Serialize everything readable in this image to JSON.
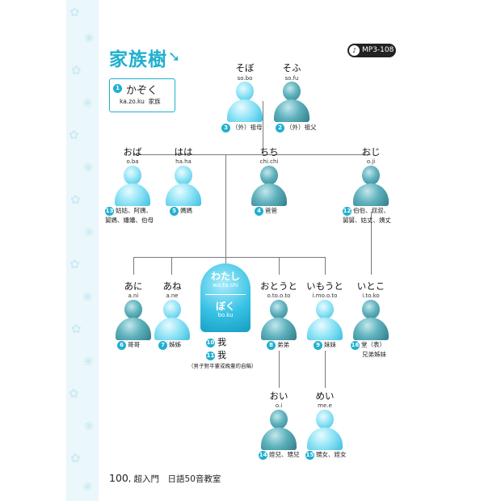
{
  "title": "家族樹",
  "audio_track": "MP3-108",
  "legend": {
    "number": "1",
    "kana": "かぞく",
    "romaji": "ka.zo.ku",
    "meaning": "家族"
  },
  "people": {
    "sobo": {
      "kana": "そぼ",
      "romaji": "so.bo",
      "number": "3",
      "caption": "（外）祖母"
    },
    "sofu": {
      "kana": "そふ",
      "romaji": "so.fu",
      "number": "2",
      "caption": "（外）祖父"
    },
    "oba": {
      "kana": "おば",
      "romaji": "o.ba",
      "number": "13",
      "caption_line1": "姑姑、阿姨、",
      "caption_line2": "舅媽、嬸嬸、伯母"
    },
    "haha": {
      "kana": "はは",
      "romaji": "ha.ha",
      "number": "5",
      "caption": "媽媽"
    },
    "chichi": {
      "kana": "ちち",
      "romaji": "chi.chi",
      "number": "4",
      "caption": "爸爸"
    },
    "oji": {
      "kana": "おじ",
      "romaji": "o.ji",
      "number": "12",
      "caption_line1": "伯伯、叔叔、",
      "caption_line2": "舅舅、姑丈、姨丈"
    },
    "ani": {
      "kana": "あに",
      "romaji": "a.ni",
      "number": "6",
      "caption": "哥哥"
    },
    "ane": {
      "kana": "あね",
      "romaji": "a.ne",
      "number": "7",
      "caption": "姊姊"
    },
    "watashi": {
      "kana": "わたし",
      "romaji": "wa.ta.shi",
      "number": "10",
      "caption": "我"
    },
    "boku": {
      "kana": "ぼく",
      "romaji": "bo.ku",
      "number": "11",
      "caption": "我",
      "note": "（男子對平輩或晚輩的自稱）"
    },
    "otouto": {
      "kana": "おとうと",
      "romaji": "o.to.o.to",
      "number": "8",
      "caption": "弟弟"
    },
    "imouto": {
      "kana": "いもうと",
      "romaji": "i.mo.o.to",
      "number": "9",
      "caption": "妹妹"
    },
    "itoko": {
      "kana": "いとこ",
      "romaji": "i.to.ko",
      "number": "16",
      "caption_line1": "堂（表）",
      "caption_line2": "兄弟姊妹"
    },
    "oi": {
      "kana": "おい",
      "romaji": "o.i",
      "number": "14",
      "caption": "姪兒、甥兒"
    },
    "mei": {
      "kana": "めい",
      "romaji": "me.e",
      "number": "15",
      "caption": "甥女、姪女"
    }
  },
  "footer": {
    "page_number": "100",
    "book_title": "超入門　日語50音教室"
  },
  "colors": {
    "accent": "#1fb0cf",
    "figure_light": "#5fcfea",
    "figure_dark": "#3f95a1"
  }
}
